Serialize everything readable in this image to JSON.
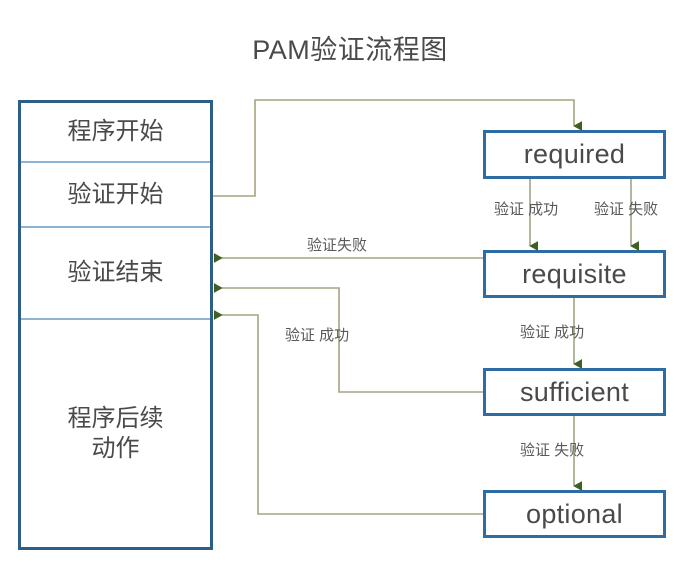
{
  "title": "PAM验证流程图",
  "colors": {
    "box_border": "#2d6da4",
    "column_border": "#2d5e87",
    "divider": "#8fb4d2",
    "connector_line": "#a6a380",
    "arrow_head": "#3e6023",
    "text": "#4a4a4a",
    "background": "#ffffff"
  },
  "left_column": {
    "name": "program-flow-column",
    "cells": [
      {
        "label": "程序开始"
      },
      {
        "label": "验证开始"
      },
      {
        "label": "验证结束"
      },
      {
        "label": "程序后续\n动作"
      }
    ]
  },
  "stages": [
    {
      "id": "required",
      "label": "required"
    },
    {
      "id": "requisite",
      "label": "requisite"
    },
    {
      "id": "sufficient",
      "label": "sufficient"
    },
    {
      "id": "optional",
      "label": "optional"
    }
  ],
  "edge_labels": [
    {
      "id": "required-success",
      "text": "验证 成功"
    },
    {
      "id": "required-failure",
      "text": "验证 失败"
    },
    {
      "id": "requisite-failure",
      "text": "验证失败"
    },
    {
      "id": "requisite-success",
      "text": "验证 成功"
    },
    {
      "id": "sufficient-success",
      "text": "验证 成功"
    },
    {
      "id": "sufficient-failure",
      "text": "验证 失败"
    }
  ]
}
